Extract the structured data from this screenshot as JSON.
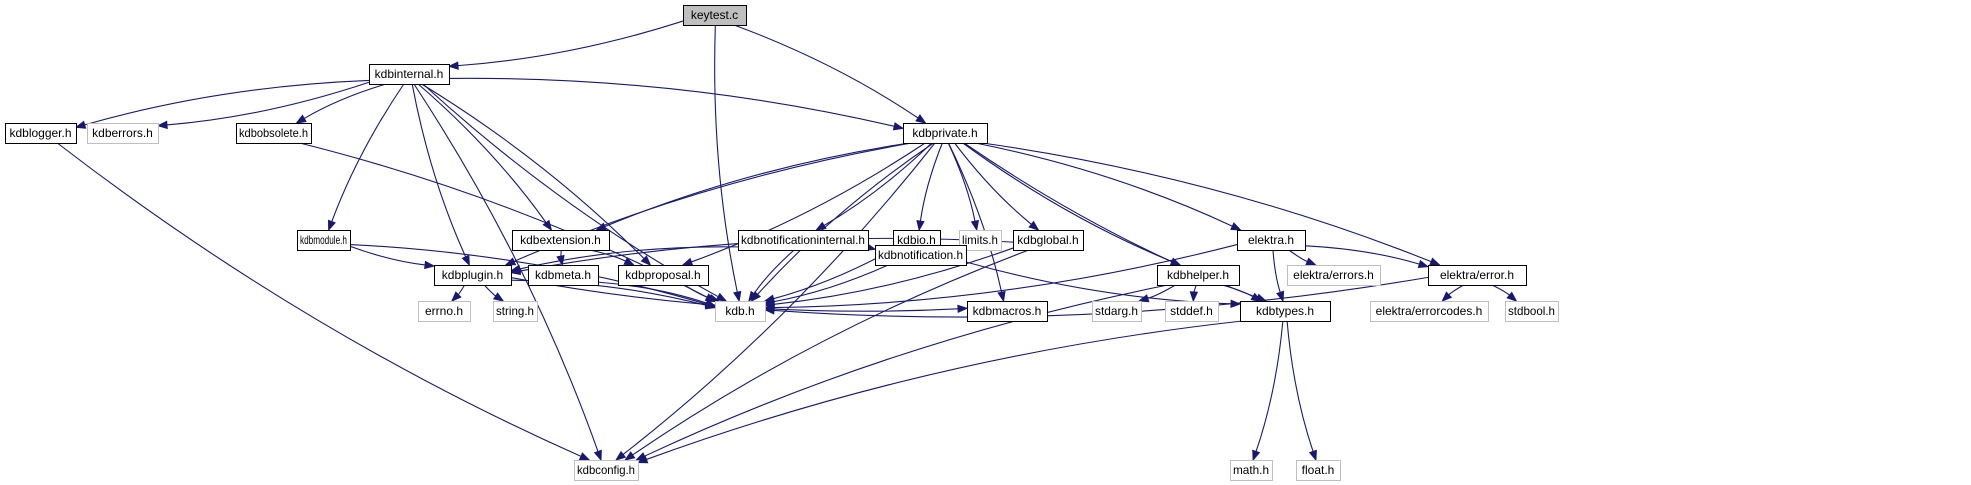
{
  "title": "keytest.c include dependency graph",
  "colors": {
    "edge": "#191970",
    "root_fill": "#bfbfbf",
    "root_border": "#000000",
    "documented_border": "#000000",
    "undocumented_border": "#bfbfbf",
    "node_fill": "#ffffff"
  },
  "nodes": [
    {
      "id": "keytest_c",
      "label": "keytest.c",
      "kind": "root"
    },
    {
      "id": "kdbinternal_h",
      "label": "kdbinternal.h",
      "kind": "documented"
    },
    {
      "id": "kdblogger_h",
      "label": "kdblogger.h",
      "kind": "documented"
    },
    {
      "id": "kdberrors_h",
      "label": "kdberrors.h",
      "kind": "undocumented"
    },
    {
      "id": "kdbobsolete_h",
      "label": "kdbobsolete.h",
      "kind": "documented"
    },
    {
      "id": "kdbprivate_h",
      "label": "kdbprivate.h",
      "kind": "documented"
    },
    {
      "id": "kdbmodule_h",
      "label": "kdbmodule.h",
      "kind": "documented"
    },
    {
      "id": "kdbextension_h",
      "label": "kdbextension.h",
      "kind": "documented"
    },
    {
      "id": "kdbnotificationinternal_h",
      "label": "kdbnotificationinternal.h",
      "kind": "documented"
    },
    {
      "id": "kdbio_h",
      "label": "kdbio.h",
      "kind": "documented"
    },
    {
      "id": "limits_h",
      "label": "limits.h",
      "kind": "undocumented"
    },
    {
      "id": "kdbglobal_h",
      "label": "kdbglobal.h",
      "kind": "documented"
    },
    {
      "id": "elektra_h",
      "label": "elektra.h",
      "kind": "documented"
    },
    {
      "id": "kdbplugin_h",
      "label": "kdbplugin.h",
      "kind": "documented"
    },
    {
      "id": "kdbmeta_h",
      "label": "kdbmeta.h",
      "kind": "documented"
    },
    {
      "id": "kdbproposal_h",
      "label": "kdbproposal.h",
      "kind": "documented"
    },
    {
      "id": "kdbnotification_h",
      "label": "kdbnotification.h",
      "kind": "documented"
    },
    {
      "id": "kdbhelper_h",
      "label": "kdbhelper.h",
      "kind": "documented"
    },
    {
      "id": "elektra_errors_h",
      "label": "elektra/errors.h",
      "kind": "undocumented"
    },
    {
      "id": "elektra_error_h",
      "label": "elektra/error.h",
      "kind": "documented"
    },
    {
      "id": "errno_h",
      "label": "errno.h",
      "kind": "undocumented"
    },
    {
      "id": "string_h",
      "label": "string.h",
      "kind": "undocumented"
    },
    {
      "id": "kdb_h",
      "label": "kdb.h",
      "kind": "undocumented"
    },
    {
      "id": "kdbmacros_h",
      "label": "kdbmacros.h",
      "kind": "documented"
    },
    {
      "id": "stdarg_h",
      "label": "stdarg.h",
      "kind": "undocumented"
    },
    {
      "id": "stddef_h",
      "label": "stddef.h",
      "kind": "undocumented"
    },
    {
      "id": "kdbtypes_h",
      "label": "kdbtypes.h",
      "kind": "documented"
    },
    {
      "id": "elektra_errorcodes_h",
      "label": "elektra/errorcodes.h",
      "kind": "undocumented"
    },
    {
      "id": "stdbool_h",
      "label": "stdbool.h",
      "kind": "undocumented"
    },
    {
      "id": "kdbconfig_h",
      "label": "kdbconfig.h",
      "kind": "undocumented"
    },
    {
      "id": "math_h",
      "label": "math.h",
      "kind": "undocumented"
    },
    {
      "id": "float_h",
      "label": "float.h",
      "kind": "undocumented"
    }
  ],
  "edges": [
    [
      "keytest_c",
      "kdbinternal_h"
    ],
    [
      "keytest_c",
      "kdb_h"
    ],
    [
      "keytest_c",
      "kdbprivate_h"
    ],
    [
      "kdbinternal_h",
      "kdblogger_h"
    ],
    [
      "kdbinternal_h",
      "kdberrors_h"
    ],
    [
      "kdbinternal_h",
      "kdbobsolete_h"
    ],
    [
      "kdbinternal_h",
      "kdbprivate_h"
    ],
    [
      "kdbinternal_h",
      "kdbmodule_h"
    ],
    [
      "kdbinternal_h",
      "kdbextension_h"
    ],
    [
      "kdbinternal_h",
      "kdbplugin_h"
    ],
    [
      "kdbinternal_h",
      "kdbproposal_h"
    ],
    [
      "kdbinternal_h",
      "kdb_h"
    ],
    [
      "kdbinternal_h",
      "kdbconfig_h"
    ],
    [
      "kdblogger_h",
      "kdbconfig_h"
    ],
    [
      "kdbobsolete_h",
      "kdb_h"
    ],
    [
      "kdbprivate_h",
      "kdbextension_h"
    ],
    [
      "kdbprivate_h",
      "kdbnotificationinternal_h"
    ],
    [
      "kdbprivate_h",
      "kdbio_h"
    ],
    [
      "kdbprivate_h",
      "limits_h"
    ],
    [
      "kdbprivate_h",
      "kdbglobal_h"
    ],
    [
      "kdbprivate_h",
      "elektra_h"
    ],
    [
      "kdbprivate_h",
      "kdbplugin_h"
    ],
    [
      "kdbprivate_h",
      "kdbproposal_h"
    ],
    [
      "kdbprivate_h",
      "kdbhelper_h"
    ],
    [
      "kdbprivate_h",
      "elektra_error_h"
    ],
    [
      "kdbprivate_h",
      "kdb_h"
    ],
    [
      "kdbprivate_h",
      "kdbmacros_h"
    ],
    [
      "kdbprivate_h",
      "kdbtypes_h"
    ],
    [
      "kdbprivate_h",
      "kdbconfig_h"
    ],
    [
      "kdbmodule_h",
      "kdbplugin_h"
    ],
    [
      "kdbmodule_h",
      "kdb_h"
    ],
    [
      "kdbextension_h",
      "kdbmeta_h"
    ],
    [
      "kdbextension_h",
      "kdbproposal_h"
    ],
    [
      "kdbnotificationinternal_h",
      "kdbplugin_h"
    ],
    [
      "kdbnotificationinternal_h",
      "kdbnotification_h"
    ],
    [
      "kdbnotificationinternal_h",
      "kdb_h"
    ],
    [
      "kdbio_h",
      "kdb_h"
    ],
    [
      "kdbglobal_h",
      "kdbplugin_h"
    ],
    [
      "kdbglobal_h",
      "kdb_h"
    ],
    [
      "kdbglobal_h",
      "kdbconfig_h"
    ],
    [
      "elektra_h",
      "kdb_h"
    ],
    [
      "elektra_h",
      "elektra_errors_h"
    ],
    [
      "elektra_h",
      "elektra_error_h"
    ],
    [
      "elektra_h",
      "kdbtypes_h"
    ],
    [
      "kdbplugin_h",
      "errno_h"
    ],
    [
      "kdbplugin_h",
      "string_h"
    ],
    [
      "kdbplugin_h",
      "kdb_h"
    ],
    [
      "kdbplugin_h",
      "kdbmacros_h"
    ],
    [
      "kdbmeta_h",
      "kdb_h"
    ],
    [
      "kdbproposal_h",
      "kdb_h"
    ],
    [
      "kdbnotification_h",
      "kdb_h"
    ],
    [
      "kdbnotification_h",
      "kdbtypes_h"
    ],
    [
      "kdbhelper_h",
      "stdarg_h"
    ],
    [
      "kdbhelper_h",
      "stddef_h"
    ],
    [
      "kdbhelper_h",
      "kdbtypes_h"
    ],
    [
      "kdbhelper_h",
      "kdbconfig_h"
    ],
    [
      "elektra_error_h",
      "kdb_h"
    ],
    [
      "elektra_error_h",
      "elektra_errorcodes_h"
    ],
    [
      "elektra_error_h",
      "stdbool_h"
    ],
    [
      "kdbtypes_h",
      "kdbconfig_h"
    ],
    [
      "kdbtypes_h",
      "math_h"
    ],
    [
      "kdbtypes_h",
      "float_h"
    ]
  ]
}
